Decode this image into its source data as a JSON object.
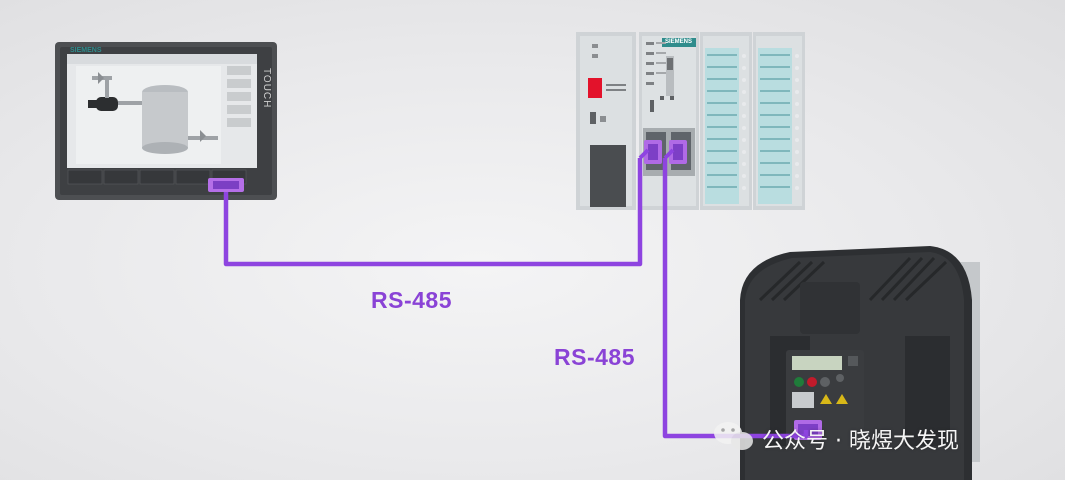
{
  "labels": {
    "cable_hmi_plc": "RS-485",
    "cable_plc_drive": "RS-485"
  },
  "hmi": {
    "brand": "SIEMENS",
    "side_text": "TOUCH"
  },
  "plc": {
    "brand": "SIEMENS"
  },
  "watermark": {
    "text": "公众号 · 晓煜大发现"
  },
  "colors": {
    "cable": "#8e44e0",
    "label": "#8a43d6",
    "background": "#ececee"
  }
}
